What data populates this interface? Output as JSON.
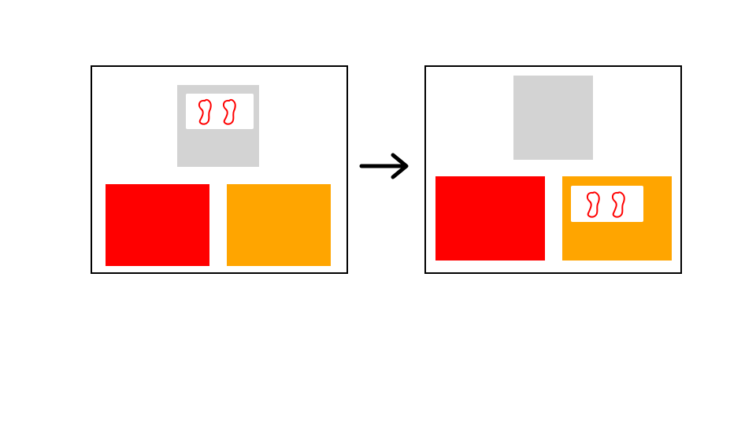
{
  "colors": {
    "grey_block": "#d3d3d3",
    "red_block": "#ff0000",
    "orange_block": "#ffa500",
    "card": "#ffffff",
    "squiggle": "#ff0000",
    "frame": "#000000",
    "arrow": "#000000"
  },
  "panels": [
    {
      "id": "before",
      "blocks": [
        "grey",
        "red",
        "orange"
      ],
      "card_on": "grey"
    },
    {
      "id": "after",
      "blocks": [
        "grey",
        "red",
        "orange"
      ],
      "card_on": "orange"
    }
  ],
  "card_content": {
    "icon": "squiggle-icon",
    "count": 2
  },
  "transition_icon": "right-arrow-icon"
}
